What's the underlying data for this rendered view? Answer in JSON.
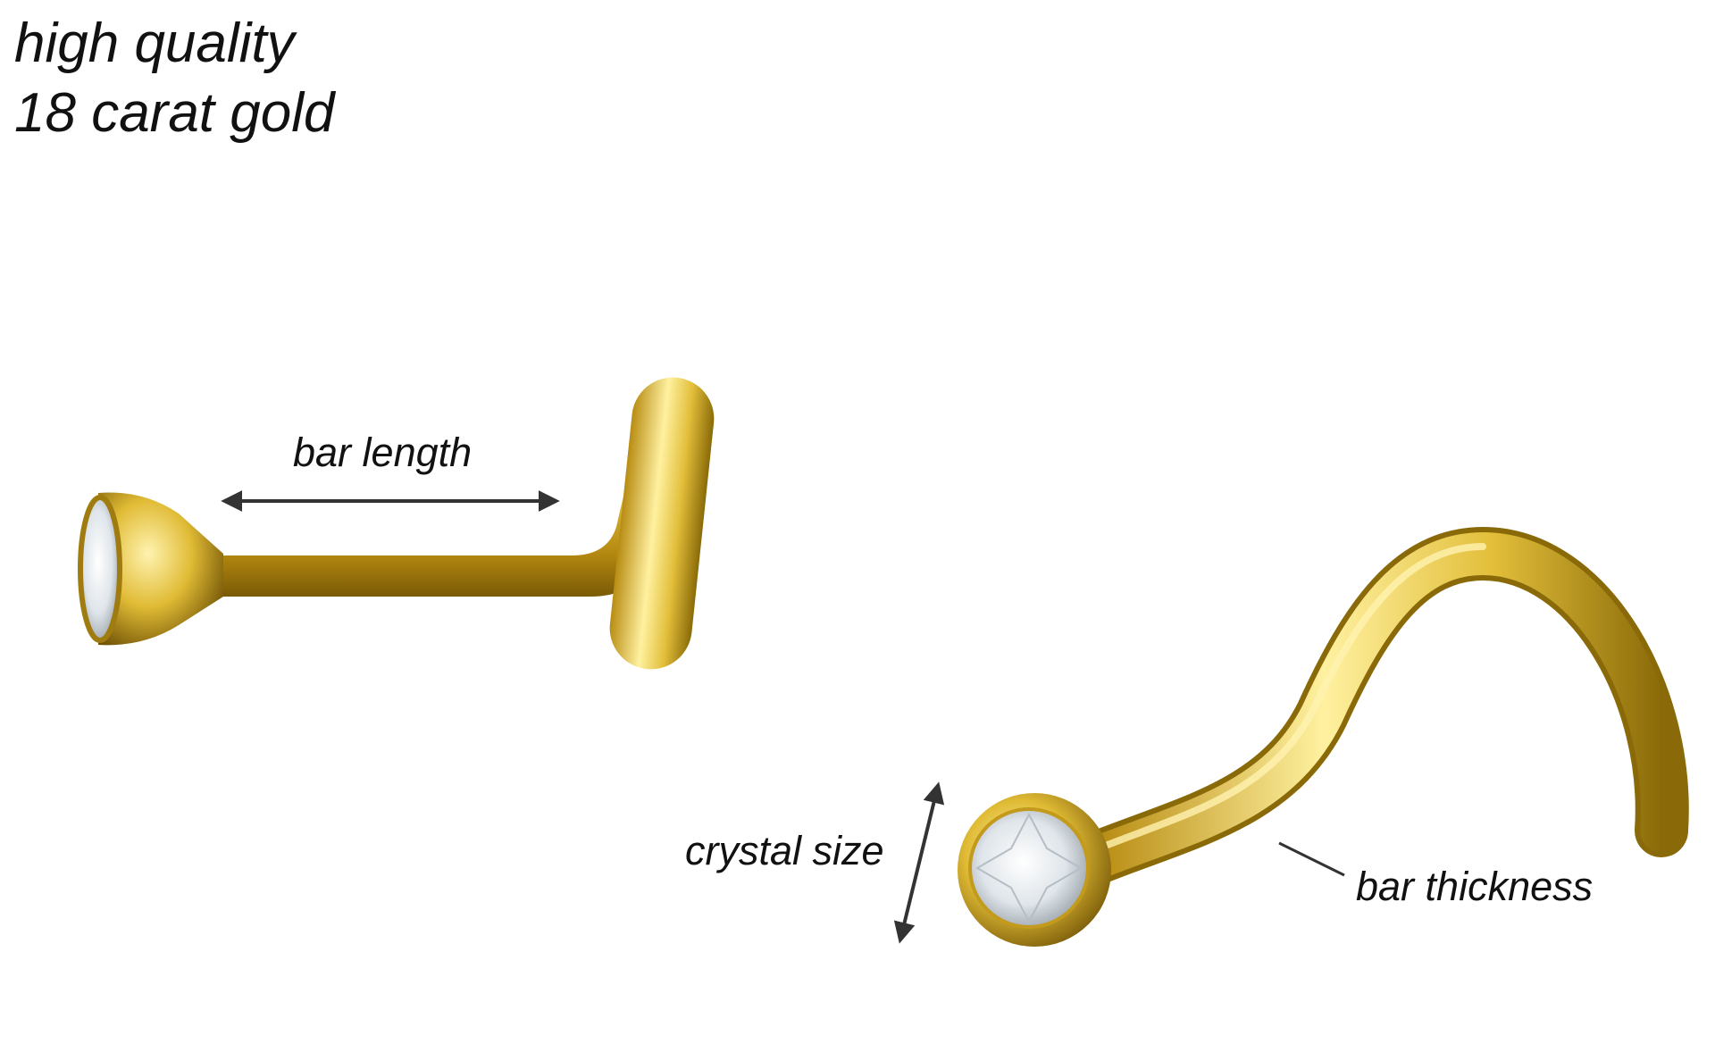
{
  "headline": {
    "line1": "high quality",
    "line2": "18 carat gold"
  },
  "annotations": {
    "bar_length": "bar length",
    "crystal_size": "crystal size",
    "bar_thickness": "bar thickness"
  },
  "colors": {
    "gold_light": "#f7e27a",
    "gold_mid": "#d9b22a",
    "gold_dark": "#8a6a08",
    "crystal": "#e8eef2",
    "text": "#111111"
  }
}
